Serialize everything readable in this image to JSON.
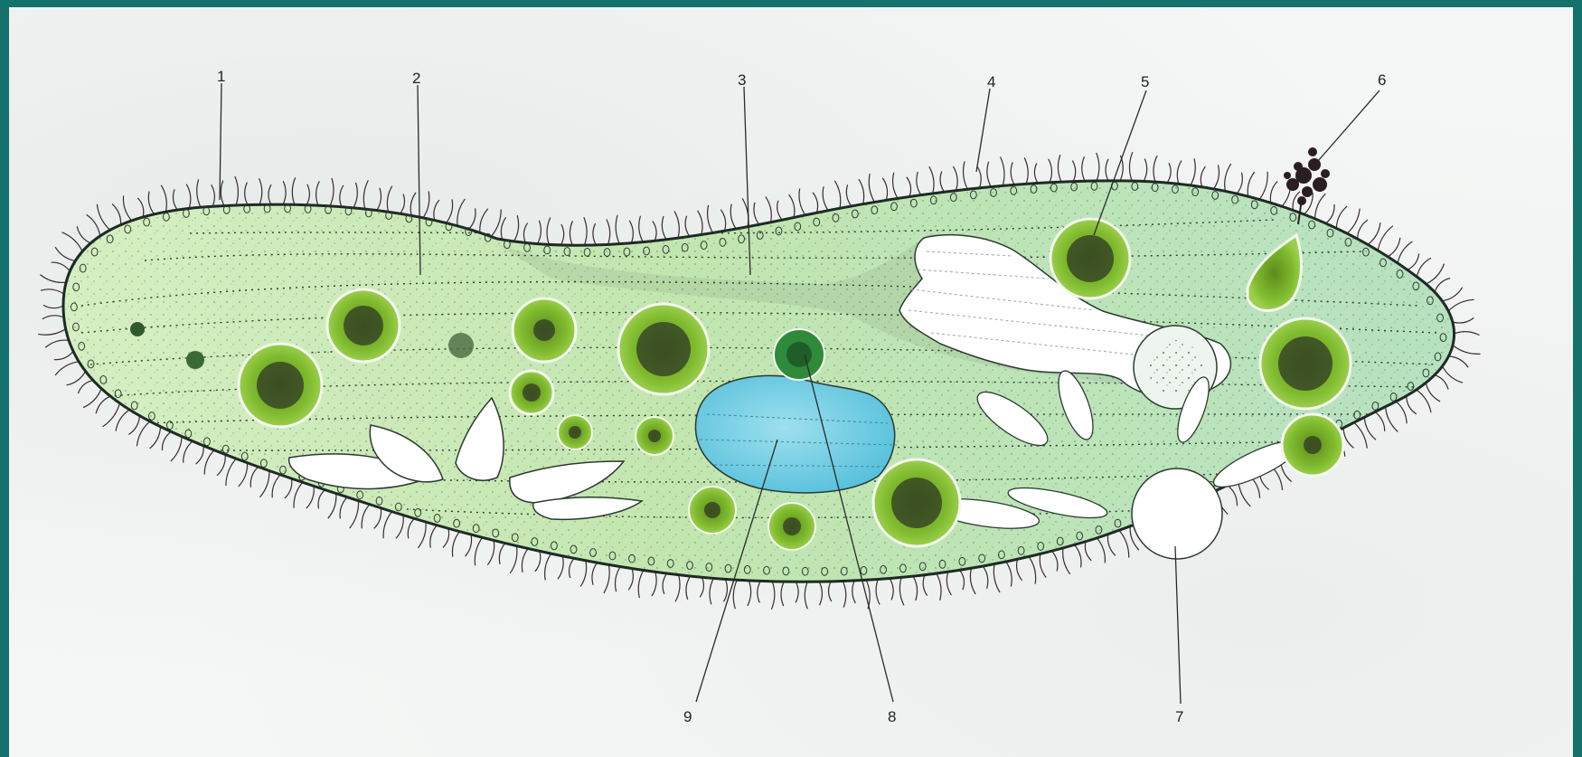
{
  "diagram": {
    "labels": {
      "l1": "1",
      "l2": "2",
      "l3": "3",
      "l4": "4",
      "l5": "5",
      "l6": "6",
      "l7": "7",
      "l8": "8",
      "l9": "9"
    }
  },
  "colors": {
    "frame": "#14716c",
    "paper": "#f5f7f6",
    "cytoplasm": "#bfe3a6",
    "food_vacuole": "#7dbb2c",
    "macronucleus": "#7fd3e6",
    "micronucleus": "#2f8a3a",
    "membrane": "#1e2a24"
  }
}
